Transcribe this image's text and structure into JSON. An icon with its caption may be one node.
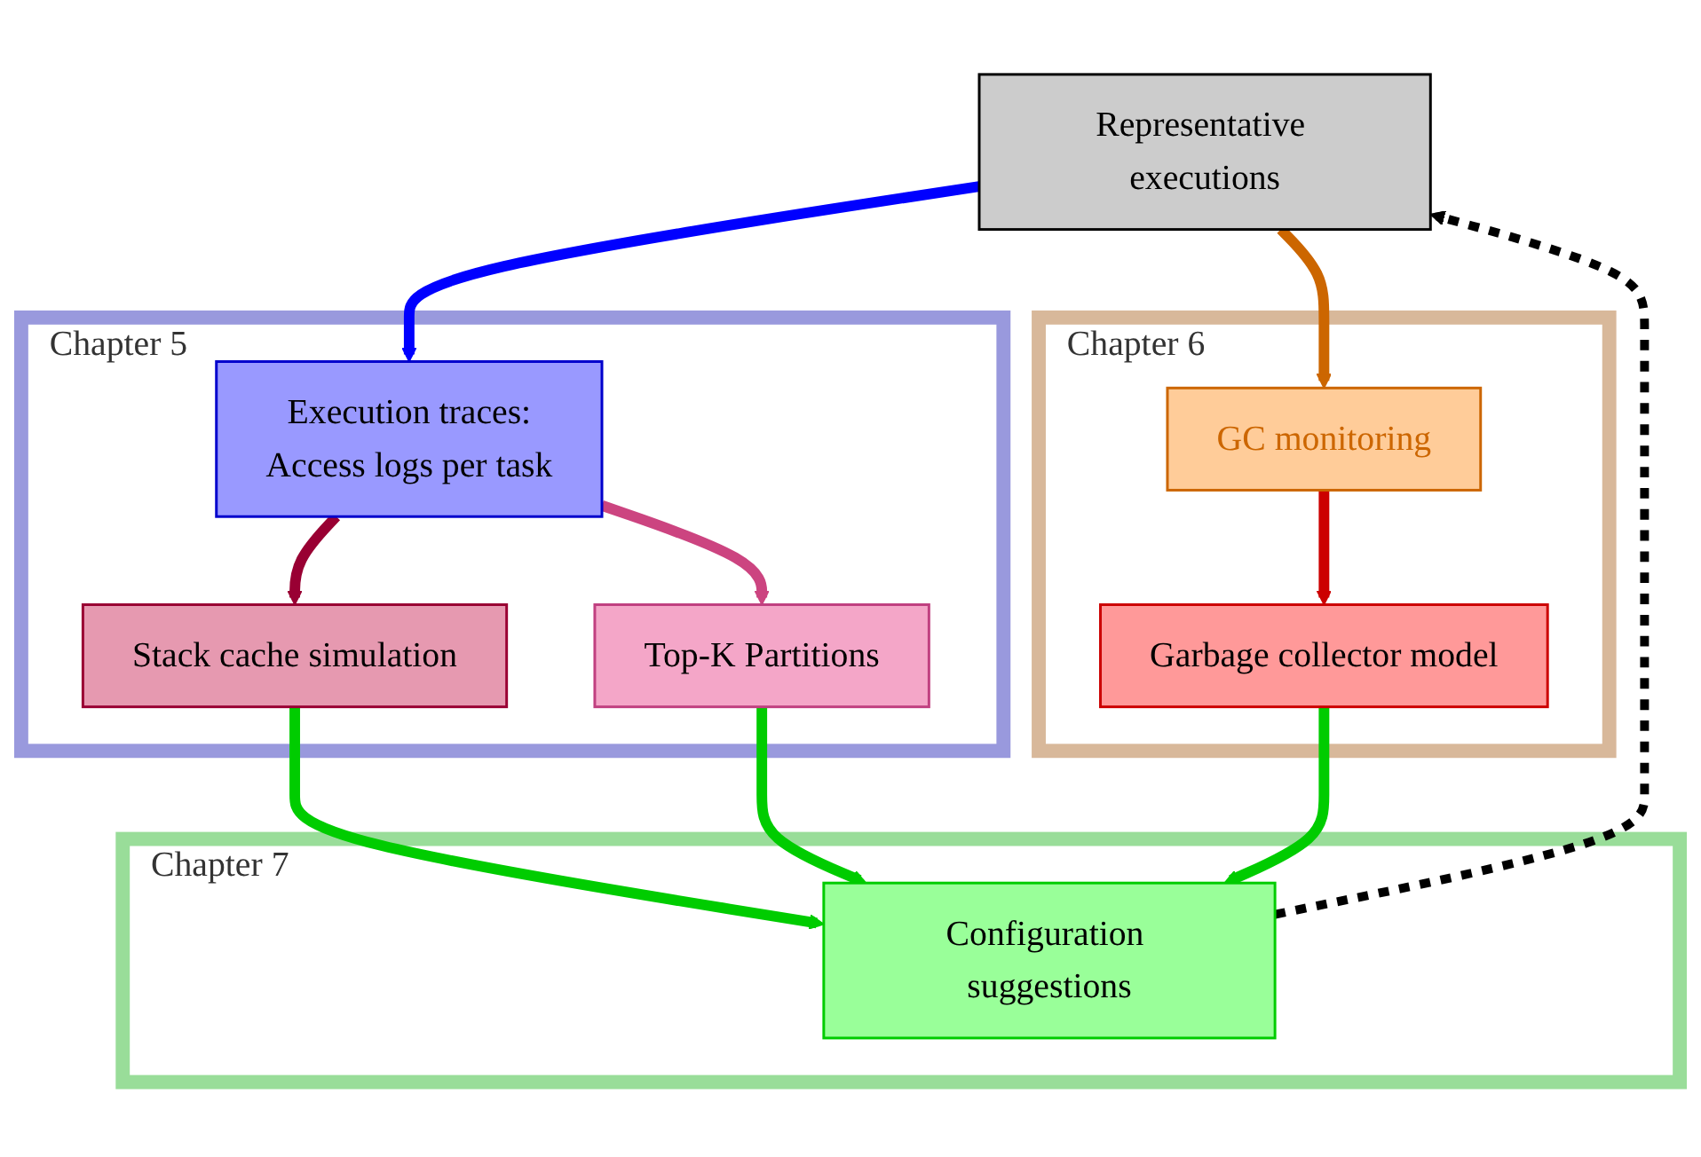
{
  "diagram": {
    "nodes": [
      {
        "text": [
          "Representative executions"
        ]
      },
      {
        "text": [
          "Chapter 5"
        ]
      },
      {
        "text": [
          "Execution traces:",
          "Access logs per task"
        ],
        "in": 1
      },
      {
        "text": [
          "Top-K Partitions"
        ],
        "in": 1
      },
      {
        "text": [
          "Stack cache simulation"
        ],
        "in": 1
      },
      {
        "text": [
          "Chapter 6"
        ]
      },
      {
        "text": [
          "GC monitoring"
        ],
        "in": 5
      },
      {
        "text": [
          "Garbage collector model"
        ],
        "in": 5
      },
      {
        "text": [
          "Chapter 7"
        ]
      },
      {
        "text": [
          "Configuration suggestions"
        ],
        "in": 8
      }
    ],
    "edges": [
      {
        "from": 0,
        "to": 2,
        "arrow": "to",
        "color": "#0000ff"
      },
      {
        "from": 0,
        "to": 6,
        "arrow": "to",
        "color": "#cc6600"
      },
      {
        "from": 2,
        "to": 4,
        "arrow": "to",
        "color": "#990033"
      },
      {
        "from": 2,
        "to": 3,
        "arrow": "to",
        "color": "#cc4480"
      },
      {
        "from": 6,
        "to": 7,
        "arrow": "to",
        "color": "#cc0000"
      },
      {
        "from": 4,
        "to": 9,
        "arrow": "to"
      },
      {
        "from": 3,
        "to": 9,
        "arrow": "to"
      },
      {
        "from": 7,
        "to": 9,
        "arrow": "to"
      },
      {
        "from": 9,
        "to": 0,
        "arrow": "to",
        "style": "dashed",
        "color": "#000000"
      }
    ]
  }
}
